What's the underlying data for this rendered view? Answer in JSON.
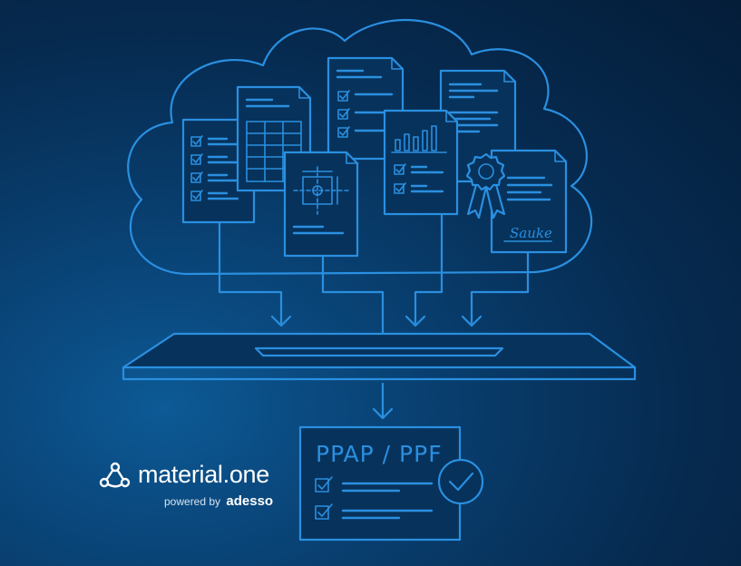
{
  "illustration": {
    "result_document_title": "PPAP / PPF",
    "signature_text": "Sauke"
  },
  "logo": {
    "brand_name": "material.one",
    "tagline_prefix": "powered by",
    "tagline_company": "adesso"
  },
  "colors": {
    "background_dark": "#041d39",
    "background_light": "#0d5a96",
    "line_art": "#2a8fe0",
    "logo_text": "#ffffff"
  }
}
